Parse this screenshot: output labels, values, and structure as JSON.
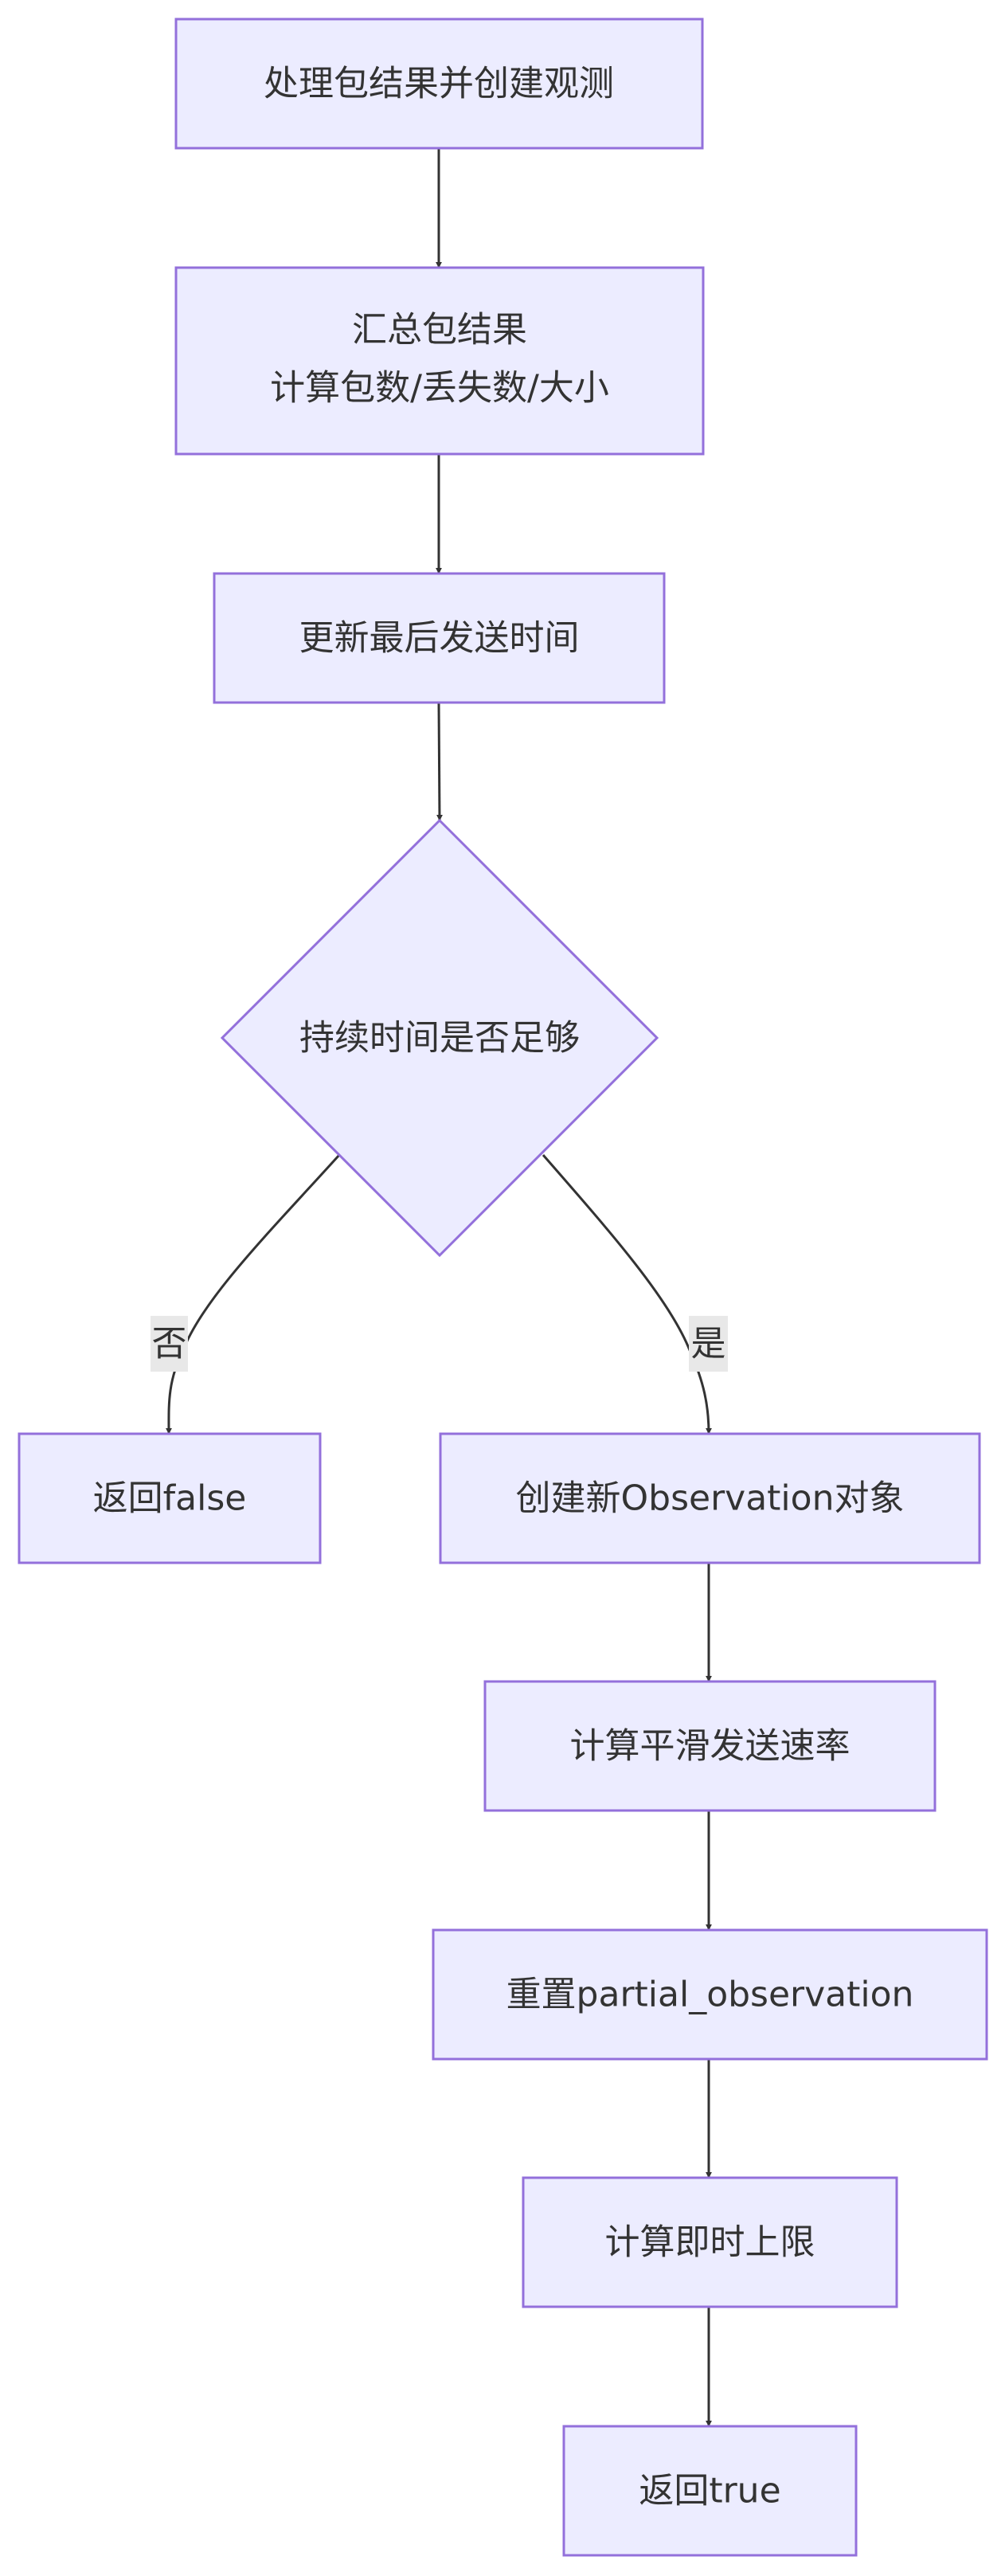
{
  "nodes": {
    "process_results": "处理包结果并创建观测",
    "summarize_line1": "汇总包结果",
    "summarize_line2": "计算包数/丢失数/大小",
    "update_time": "更新最后发送时间",
    "decision": "持续时间是否足够",
    "return_false": "返回false",
    "create_observation": "创建新Observation对象",
    "smooth_rate": "计算平滑发送速率",
    "reset_partial": "重置partial_observation",
    "instant_limit": "计算即时上限",
    "return_true": "返回true"
  },
  "edge_labels": {
    "no": "否",
    "yes": "是"
  },
  "colors": {
    "node_fill": "#ececff",
    "node_stroke": "#9370db",
    "edge": "#333333",
    "edge_label_bg": "#e8e8e8"
  }
}
